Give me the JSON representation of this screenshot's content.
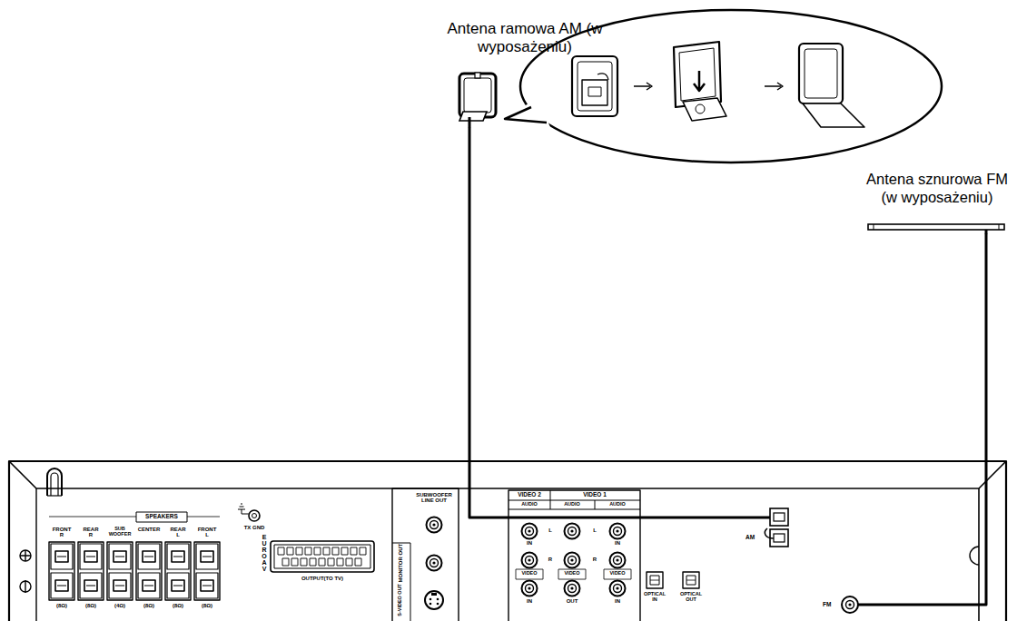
{
  "diagram": {
    "nodes": [
      {
        "text": [
          "Antena ramowa AM (w wyposażeniu)"
        ]
      },
      {
        "text": [
          "Antena sznurowa FM (w wyposażeniu)"
        ]
      },
      {
        "text": [
          "AM"
        ]
      },
      {
        "text": [
          "FM"
        ]
      }
    ],
    "edges": [
      {
        "from": 0,
        "to": 2,
        "arrow": "none"
      },
      {
        "from": 1,
        "to": 3,
        "arrow": "none"
      }
    ],
    "labels": [
      "SPEAKERS",
      "FRONT R",
      "REAR R",
      "SUB WOOFER",
      "CENTER",
      "REAR L",
      "FRONT L",
      "(8Ω)",
      "(8Ω)",
      "(4Ω)",
      "(8Ω)",
      "(8Ω)",
      "(8Ω)",
      "TX GND",
      "EURO AV",
      "OUTPUT(TO TV)",
      "SUBWOOFER LINE OUT",
      "MONITOR OUT",
      "S-VIDEO OUT",
      "VIDEO 2",
      "VIDEO 1",
      "AUDIO",
      "AUDIO",
      "AUDIO",
      "L",
      "L",
      "IN",
      "IN",
      "R",
      "R",
      "VIDEO",
      "VIDEO",
      "VIDEO",
      "IN",
      "OUT",
      "IN",
      "OPTICAL IN",
      "OPTICAL OUT"
    ]
  }
}
